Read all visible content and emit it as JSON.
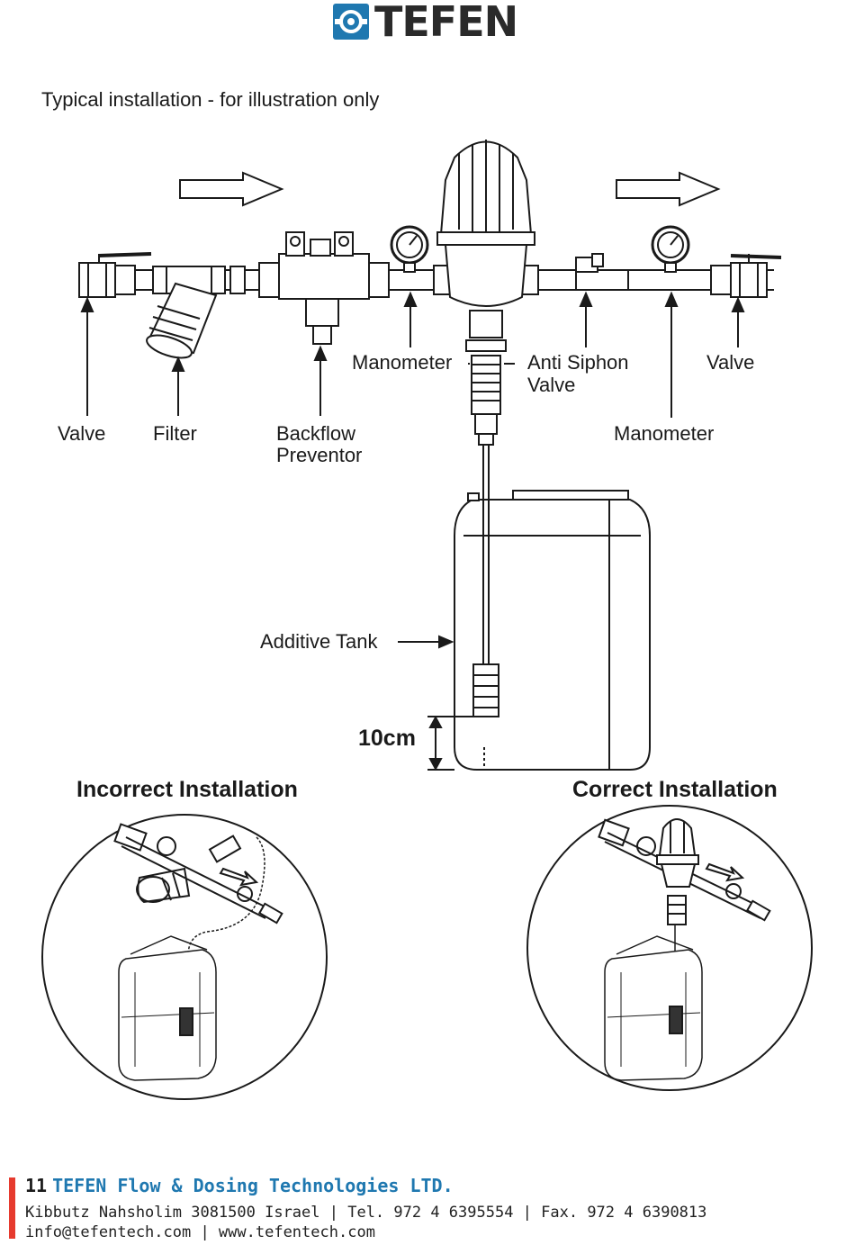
{
  "brand": {
    "name": "TEFEN"
  },
  "subtitle": "Typical installation - for illustration only",
  "labels": {
    "valve_left": "Valve",
    "filter": "Filter",
    "backflow_line1": "Backflow",
    "backflow_line2": "Preventor",
    "manometer_left": "Manometer",
    "anti_siphon_line1": "Anti Siphon",
    "anti_siphon_line2": "Valve",
    "valve_right": "Valve",
    "manometer_right": "Manometer",
    "additive_tank": "Additive Tank",
    "height": "10cm",
    "incorrect": "Incorrect Installation",
    "correct": "Correct Installation"
  },
  "footer": {
    "page": "11",
    "company": "TEFEN Flow & Dosing Technologies LTD.",
    "address": "Kibbutz Nahsholim 3081500 Israel | Tel. 972 4 6395554 | Fax. 972 4 6390813",
    "contact": "info@tefentech.com | www.tefentech.com"
  },
  "colors": {
    "brand_blue": "#1f78b0",
    "accent_red": "#e63a2e",
    "line": "#1a1a1a"
  }
}
